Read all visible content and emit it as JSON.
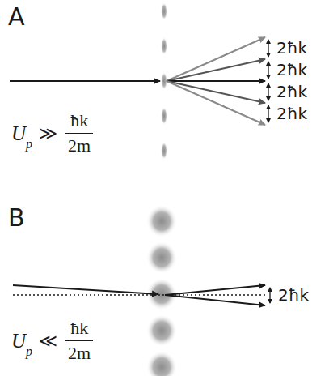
{
  "diagram": {
    "labels": [
      "A",
      "2ħk",
      "2ħk",
      "2ħk",
      "2ħk",
      "U",
      "p",
      "≫",
      "ħk",
      "2m",
      "B",
      "2ħk",
      "U",
      "p",
      "≪",
      "ħk",
      "2m"
    ]
  }
}
